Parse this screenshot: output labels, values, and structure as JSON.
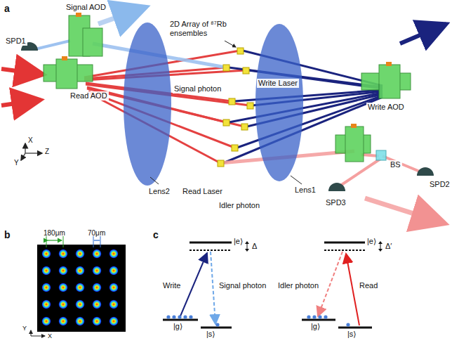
{
  "diagram": {
    "labels": [
      "a",
      "Signal AOD",
      "SPD1",
      "Read AOD",
      "Signal photon",
      "2D Array of ⁸⁷Rb ensembles",
      "Write Laser",
      "Write AOD",
      "Lens2",
      "Read Laser",
      "Idler photon",
      "Lens1",
      "BS",
      "SPD2",
      "SPD3",
      "X",
      "Y",
      "Z",
      "b",
      "180μm",
      "70μm",
      "Y",
      "X",
      "c",
      "|e⟩",
      "Δ",
      "Write",
      "Signal photon",
      "|g⟩",
      "|s⟩",
      "|e⟩",
      "Δ′",
      "Idler photon",
      "Read",
      "|g⟩",
      "|s⟩"
    ]
  }
}
